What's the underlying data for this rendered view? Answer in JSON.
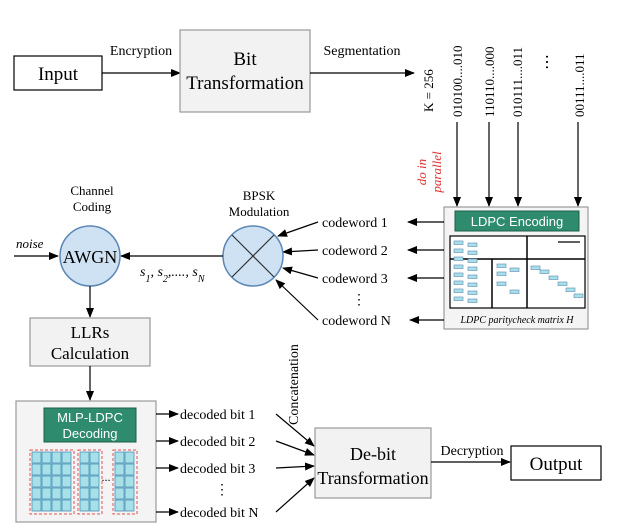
{
  "nodes": {
    "input": "Input",
    "bit_transformation": [
      "Bit",
      "Transformation"
    ],
    "ldpc_encoding": "LDPC Encoding",
    "parity_caption": "LDPC paritycheck matrix H",
    "awgn": "AWGN",
    "channel_coding": [
      "Channel",
      "Coding"
    ],
    "bpsk": [
      "BPSK",
      "Modulation"
    ],
    "llrs": [
      "LLRs",
      "Calculation"
    ],
    "mlp_ldpc": [
      "MLP-LDPC",
      "Decoding"
    ],
    "debit": [
      "De-bit",
      "Transformation"
    ],
    "output": "Output"
  },
  "edges": {
    "encryption": "Encryption",
    "segmentation": "Segmentation",
    "decryption": "Decryption",
    "concatenation": "Concatenation",
    "noise": "noise",
    "do_in_parallel": [
      "do in",
      "parallel"
    ]
  },
  "segments": {
    "k_label": "K = 256",
    "bits": [
      "010100....010",
      "110110....000",
      "010111....011",
      "00111....011"
    ],
    "ellipsis": "⋯"
  },
  "symbols": {
    "s1": "s",
    "s1_sub": "1",
    "sep1": ", ",
    "s2": "s",
    "s2_sub": "2",
    "sep2": ",...., ",
    "sN": "s",
    "sN_sub": "N"
  },
  "codewords": [
    "codeword 1",
    "codeword 2",
    "codeword 3",
    "codeword N"
  ],
  "decoded_bits": [
    "decoded bit 1",
    "decoded bit 2",
    "decoded bit 3",
    "decoded bit N"
  ],
  "vertical_dots": "⋮",
  "colors": {
    "ldpc_green": "#2e8b6e",
    "circle_fill": "#cfe2f3",
    "circle_stroke": "#5b87b5",
    "cell_fill": "#a8e0e8",
    "cell_stroke": "#4a90b8",
    "red_dashed": "#e05050",
    "gray_box": "#f2f2f2",
    "parallel_red": "#e03030"
  }
}
